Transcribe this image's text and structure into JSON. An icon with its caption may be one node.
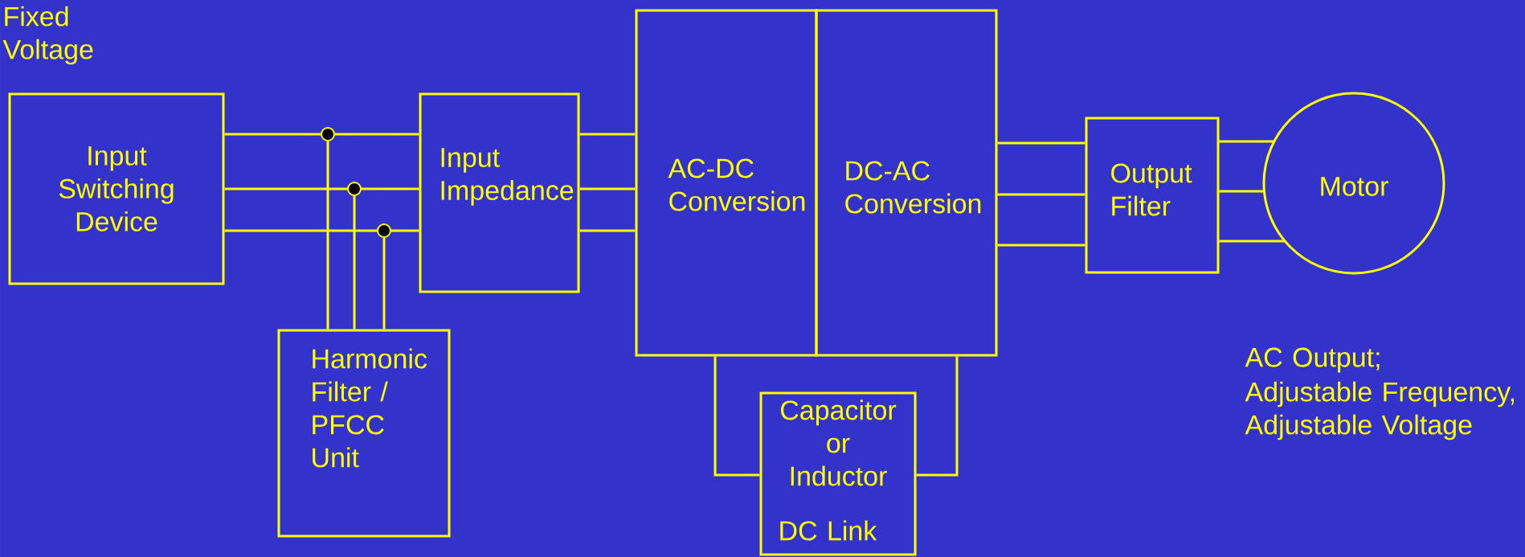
{
  "diagram": {
    "nodes": [
      {
        "text": [
          "Input Switching Device"
        ]
      },
      {
        "text": [],
        "shape": "circle"
      },
      {
        "text": [],
        "shape": "circle"
      },
      {
        "text": [],
        "shape": "circle"
      },
      {
        "text": [
          "Harmonic Filter / PFCC Unit"
        ]
      },
      {
        "text": [
          "Input Impedance"
        ]
      },
      {
        "text": [
          "AC-DC Conversion"
        ]
      },
      {
        "text": [
          "DC-AC Conversion"
        ]
      },
      {
        "text": [
          "Capacitor or Inductor",
          "DC Link"
        ]
      },
      {
        "text": [
          "Output Filter"
        ]
      },
      {
        "text": [
          "Motor"
        ]
      }
    ],
    "edges": [
      {
        "from": 0,
        "to": 1,
        "arrow": "none"
      },
      {
        "from": 1,
        "to": 5,
        "arrow": "none"
      },
      {
        "from": 0,
        "to": 2,
        "arrow": "none"
      },
      {
        "from": 2,
        "to": 5,
        "arrow": "none"
      },
      {
        "from": 0,
        "to": 3,
        "arrow": "none"
      },
      {
        "from": 3,
        "to": 5,
        "arrow": "none"
      },
      {
        "from": 1,
        "to": 4,
        "arrow": "none"
      },
      {
        "from": 2,
        "to": 4,
        "arrow": "none"
      },
      {
        "from": 3,
        "to": 4,
        "arrow": "none"
      },
      {
        "from": 5,
        "to": 6,
        "arrow": "none"
      },
      {
        "from": 5,
        "to": 6,
        "arrow": "none"
      },
      {
        "from": 5,
        "to": 6,
        "arrow": "none"
      },
      {
        "from": 6,
        "to": 8,
        "arrow": "none"
      },
      {
        "from": 7,
        "to": 8,
        "arrow": "none"
      },
      {
        "from": 7,
        "to": 9,
        "arrow": "none"
      },
      {
        "from": 7,
        "to": 9,
        "arrow": "none"
      },
      {
        "from": 7,
        "to": 9,
        "arrow": "none"
      },
      {
        "from": 9,
        "to": 10,
        "arrow": "none"
      },
      {
        "from": 9,
        "to": 10,
        "arrow": "none"
      },
      {
        "from": 9,
        "to": 10,
        "arrow": "none"
      }
    ],
    "labels": [
      "Fixed Voltage",
      "AC Output;",
      "Adjustable Frequency, Adjustable Voltage"
    ]
  }
}
